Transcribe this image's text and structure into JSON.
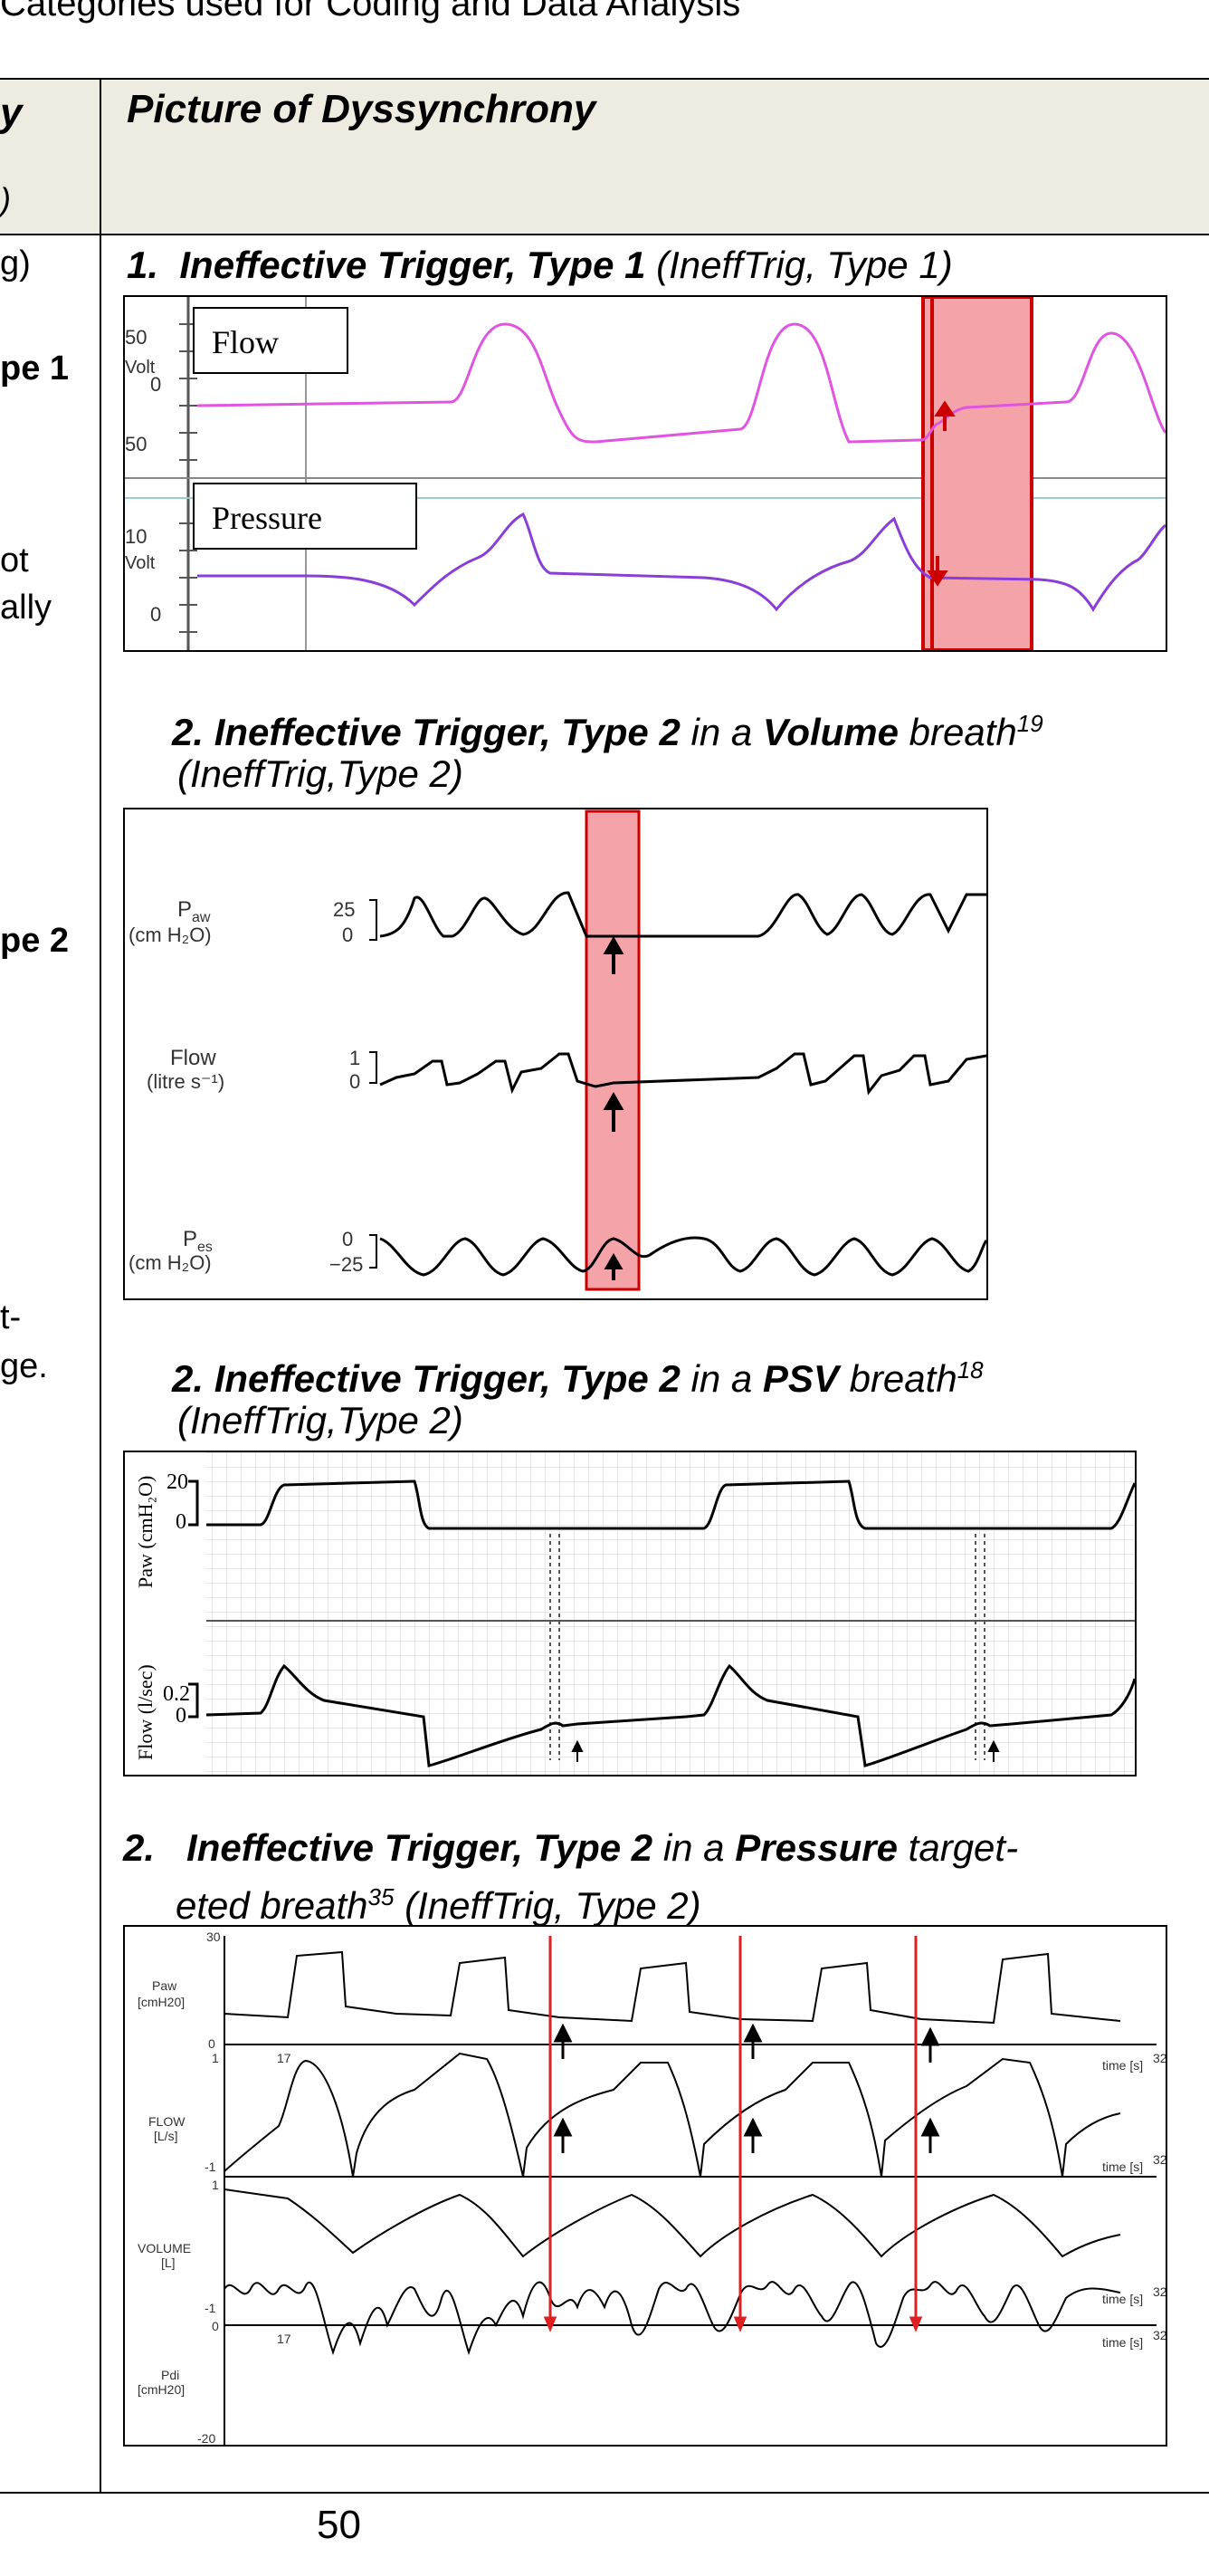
{
  "heading": "Categories used for Coding and Data Analysis",
  "header": {
    "left_title": "y",
    "left_sub": ")",
    "right_title": "Picture of Dyssynchrony"
  },
  "left_column": {
    "frag_1": "g)",
    "frag_2": "pe 1",
    "frag_3": "ot",
    "frag_4": "ally",
    "frag_5": "pe 2",
    "frag_6": "t-",
    "frag_7": "ge."
  },
  "captions": {
    "c1_num": "1.",
    "c1_bold": "Ineffective Trigger, Type 1",
    "c1_rest": " (IneffTrig, Type 1)",
    "c2_num": "2.",
    "c2_bold": "Ineffective Trigger, Type 2",
    "c2_mid": " in a ",
    "c2_bold2": "Volume",
    "c2_end": " breath",
    "c2_sup": "19",
    "c2_line2": "(IneffTrig,Type 2)",
    "c3_num": "2.",
    "c3_bold": "Ineffective Trigger, Type 2",
    "c3_mid": " in a ",
    "c3_bold2": "PSV",
    "c3_end": " breath",
    "c3_sup": "18",
    "c3_line2": "(IneffTrig,Type 2)",
    "c4_num": "2.",
    "c4_bold": "Ineffective Trigger, Type 2",
    "c4_mid": " in a ",
    "c4_bold2": "Pressure",
    "c4_end": " target-",
    "c4_line2a": "eted breath",
    "c4_sup": "35",
    "c4_line2b": " (IneffTrig, Type 2)"
  },
  "fig1": {
    "label_flow": "Flow",
    "label_pressure": "Pressure",
    "axis_volt": "Volt",
    "tick_50a": "50",
    "tick_0a": "0",
    "tick_50b": "50",
    "tick_10": "10",
    "tick_0b": "0",
    "wave_top_color": "#e055e0",
    "wave_bottom_color": "#8a3ed8",
    "highlight_color": "#f4a3a8",
    "marker_color": "#cc0000"
  },
  "fig2": {
    "label_paw": "P",
    "label_paw_sub": "aw",
    "label_paw_unit": "(cm H₂O)",
    "tick_25": "25",
    "tick_0a": "0",
    "label_flow": "Flow",
    "label_flow_unit": "(litre s⁻¹)",
    "tick_1": "1",
    "tick_0b": "0",
    "label_pes": "P",
    "label_pes_sub": "es",
    "label_pes_unit": "(cm H₂O)",
    "tick_0c": "0",
    "tick_m25": "−25"
  },
  "fig3": {
    "label_paw": "Paw (cmH₂O)",
    "tick_20": "20",
    "tick_0a": "0",
    "label_flow": "Flow (l/sec)",
    "tick_02": "0.2",
    "tick_0b": "0"
  },
  "fig4": {
    "paw_label": "Paw",
    "paw_unit": "[cmH20]",
    "tick_30": "30",
    "tick_0a": "0",
    "tick_17a": "17",
    "time_label": "time [s]",
    "tick_32": "32",
    "flow_label": "FLOW",
    "flow_unit": "[L/s]",
    "tick_1a": "1",
    "tick_m1a": "-1",
    "tick_1b": "1",
    "volume_label": "VOLUME",
    "volume_unit": "[L]",
    "tick_m1b": "-1",
    "tick_0b": "0",
    "tick_17b": "17",
    "pdi_label": "Pdi",
    "pdi_unit": "[cmH20]",
    "tick_m20": "-20",
    "marker_color": "#e02020"
  },
  "page_number": "50"
}
